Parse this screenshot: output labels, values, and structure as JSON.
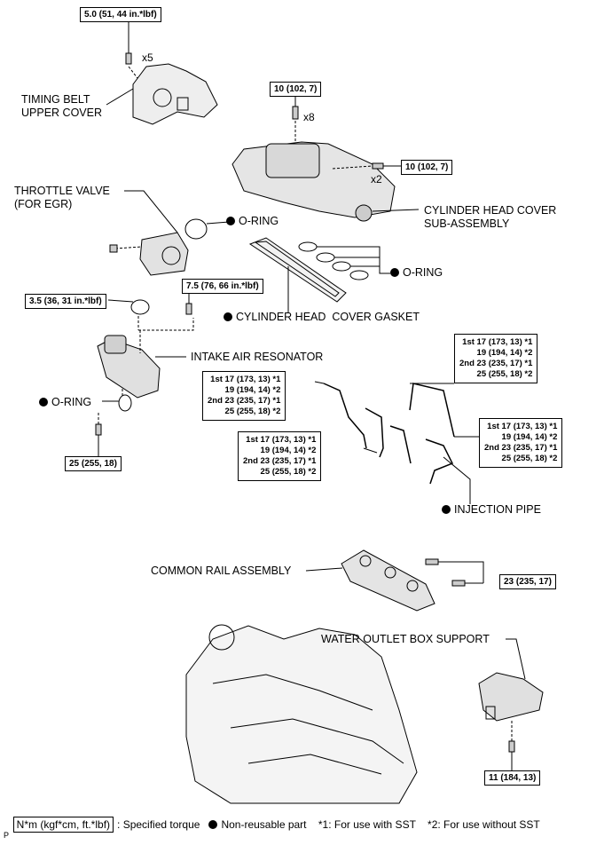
{
  "torques": {
    "cover_bolt": "5.0 (51, 44 in.*lbf)",
    "head_cover_top": "10 (102, 7)",
    "head_cover_side": "10 (102, 7)",
    "clamp": "3.5 (36, 31 in.*lbf)",
    "resonator_bolt": "7.5 (76, 66 in.*lbf)",
    "resonator_lower": "25 (255, 18)",
    "common_rail": "23 (235, 17)",
    "support_bolt": "11 (184, 13)"
  },
  "quantities": {
    "x5": "x5",
    "x8": "x8",
    "x2": "x2"
  },
  "labels": {
    "timing_cover": "TIMING BELT\nUPPER COVER",
    "throttle_valve": "THROTTLE VALVE\n(FOR EGR)",
    "oring_throttle": "O-RING",
    "head_cover": "CYLINDER HEAD COVER\nSUB-ASSEMBLY",
    "oring_head": "O-RING",
    "gasket": "CYLINDER HEAD  COVER GASKET",
    "resonator": "INTAKE AIR RESONATOR",
    "oring_resonator": "O-RING",
    "injection_pipe": "INJECTION PIPE",
    "common_rail": "COMMON RAIL ASSEMBLY",
    "water_outlet": "WATER OUTLET BOX SUPPORT"
  },
  "pipe_specs": {
    "left": "1st 17 (173, 13) *1\n19 (194, 14) *2\n2nd 23 (235, 17) *1\n25 (255, 18) *2",
    "middle": "1st 17 (173, 13) *1\n19 (194, 14) *2\n2nd 23 (235, 17) *1\n25 (255, 18) *2",
    "top_right": "1st 17 (173, 13) *1\n19 (194, 14) *2\n2nd 23 (235, 17) *1\n25 (255, 18) *2",
    "right": "1st 17 (173, 13) *1\n19 (194, 14) *2\n2nd 23 (235, 17) *1\n25 (255, 18) *2"
  },
  "legend": {
    "unit_box": "N*m (kgf*cm, ft.*lbf)",
    "specified": ": Specified torque",
    "nonreusable": "Non-reusable part",
    "note1": "*1: For use with SST",
    "note2": "*2: For use without SST"
  },
  "corner_mark": "P"
}
